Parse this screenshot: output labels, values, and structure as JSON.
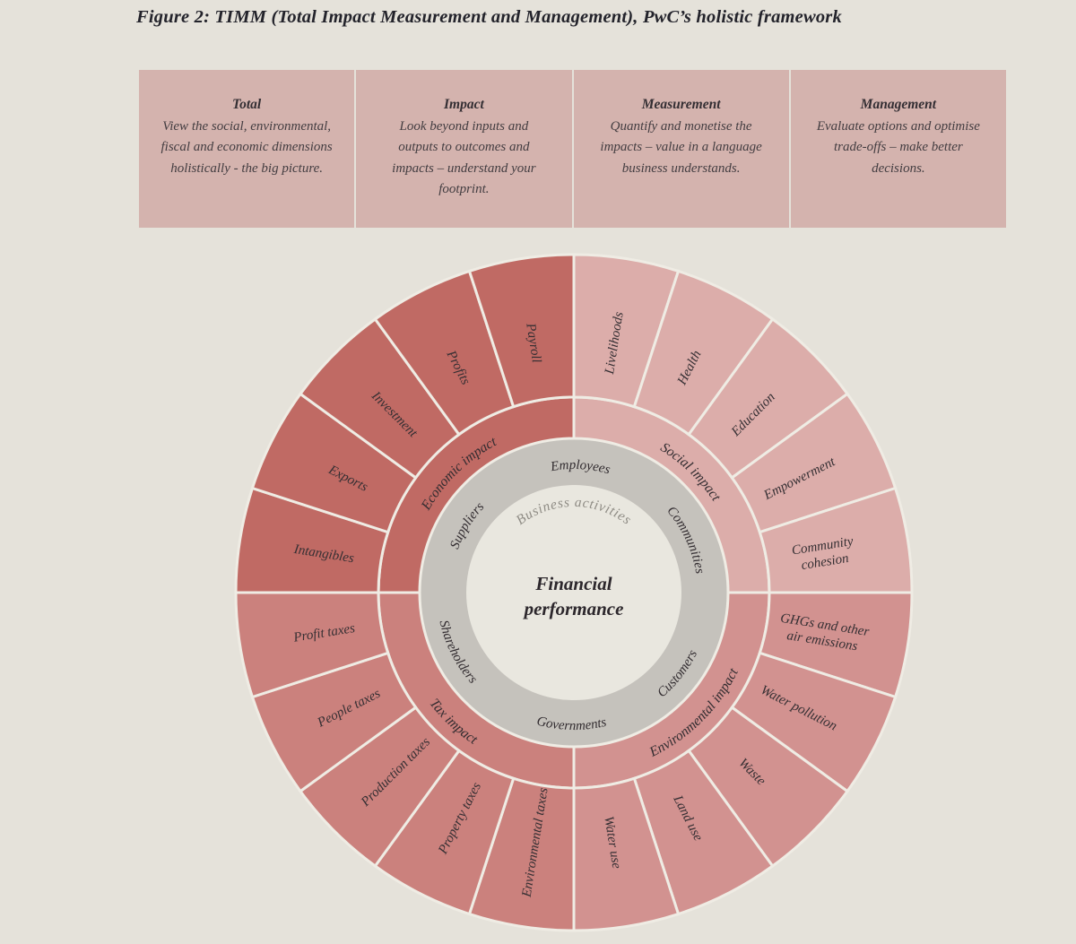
{
  "title": "Figure 2: TIMM (Total Impact Measurement and Management), PwC’s holistic framework",
  "pillars": [
    {
      "title": "Total",
      "body": "View the social, environmental,\nfiscal and economic dimensions\nholistically - the big picture."
    },
    {
      "title": "Impact",
      "body": "Look beyond inputs and\noutputs to outcomes and\nimpacts – understand your\nfootprint."
    },
    {
      "title": "Measurement",
      "body": "Quantify and monetise the\nimpacts – value in a language\nbusiness understands."
    },
    {
      "title": "Management",
      "body": "Evaluate options and optimise\ntrade-offs – make better\ndecisions."
    }
  ],
  "chart_data": {
    "type": "sunburst",
    "center": {
      "label": "Financial\nperformance",
      "sub": "Business activities"
    },
    "stakeholders": [
      {
        "label": "Employees",
        "angle": 3
      },
      {
        "label": "Communities",
        "angle": 65
      },
      {
        "label": "Customers",
        "angle": 128
      },
      {
        "label": "Governments",
        "angle": 181
      },
      {
        "label": "Shareholders",
        "angle": 243
      },
      {
        "label": "Suppliers",
        "angle": 302
      }
    ],
    "quadrants": [
      {
        "label": "Social impact",
        "color": "#dcadaa",
        "label_angle": 44,
        "start": 0,
        "end": 90,
        "segments": [
          "Livelihoods",
          "Health",
          "Education",
          "Empowerment",
          "Community\ncohesion"
        ]
      },
      {
        "label": "Environmental impact",
        "color": "#d29290",
        "label_angle": 135,
        "start": 90,
        "end": 180,
        "segments": [
          "GHGs and other\nair emissions",
          "Water pollution",
          "Waste",
          "Land use",
          "Water use"
        ]
      },
      {
        "label": "Tax impact",
        "color": "#cb817d",
        "label_angle": 223,
        "start": 180,
        "end": 270,
        "segments": [
          "Environmental taxes",
          "Property taxes",
          "Production taxes",
          "People taxes",
          "Profit taxes"
        ]
      },
      {
        "label": "Economic impact",
        "color": "#c06a64",
        "label_angle": 316,
        "start": 270,
        "end": 360,
        "segments": [
          "Intangibles",
          "Exports",
          "Investment",
          "Profits",
          "Payroll"
        ]
      }
    ],
    "colors": {
      "background": "#e5e2da",
      "pillar_bg": "#d4b3ae",
      "ring": "#c5c2bc",
      "center_bg": "#e9e7df",
      "divider": "#efece4",
      "text_dark": "#332e31",
      "text_muted": "#8f8c85"
    }
  }
}
